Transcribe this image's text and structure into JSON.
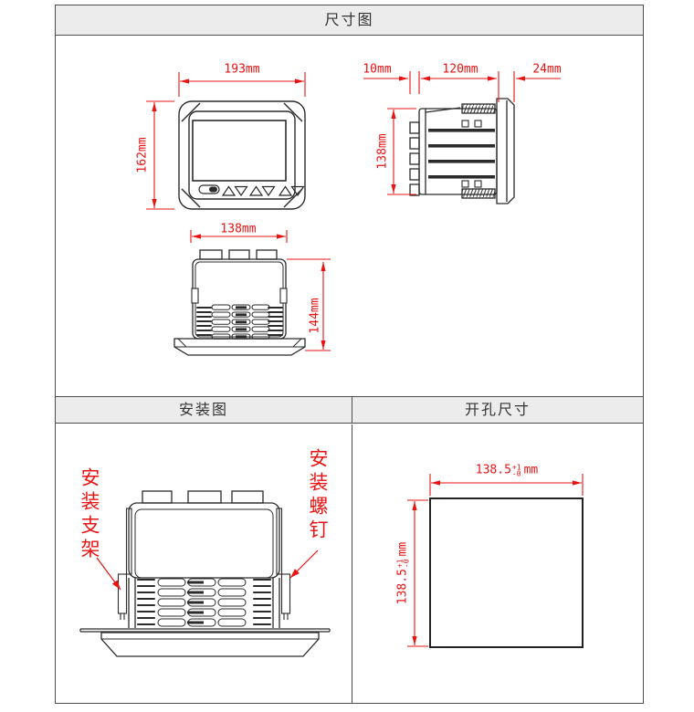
{
  "sections": {
    "dimensions": {
      "title": "尺寸图"
    },
    "installation": {
      "title": "安装图"
    },
    "cutout": {
      "title": "开孔尺寸"
    }
  },
  "front_view": {
    "width_label": "193mm",
    "height_label": "162mm"
  },
  "side_view": {
    "terminal_depth_label": "10mm",
    "body_depth_label": "120mm",
    "bezel_depth_label": "24mm",
    "height_label": "138mm"
  },
  "top_view": {
    "width_label": "138mm",
    "height_label": "144mm"
  },
  "installation": {
    "bracket_label": "安装支架",
    "screw_label": "安装螺钉"
  },
  "cutout": {
    "width": {
      "value": "138.5",
      "tol_upper": "+1",
      "tol_lower": "-0",
      "unit": "mm"
    },
    "height": {
      "value": "138.5",
      "tol_upper": "+1",
      "tol_lower": "-0",
      "unit": "mm"
    }
  },
  "colors": {
    "dimension_red": "#e81313",
    "line_dark": "#2b2b2b",
    "header_bg": "#ececec",
    "border_gray": "#4d4d4d"
  }
}
